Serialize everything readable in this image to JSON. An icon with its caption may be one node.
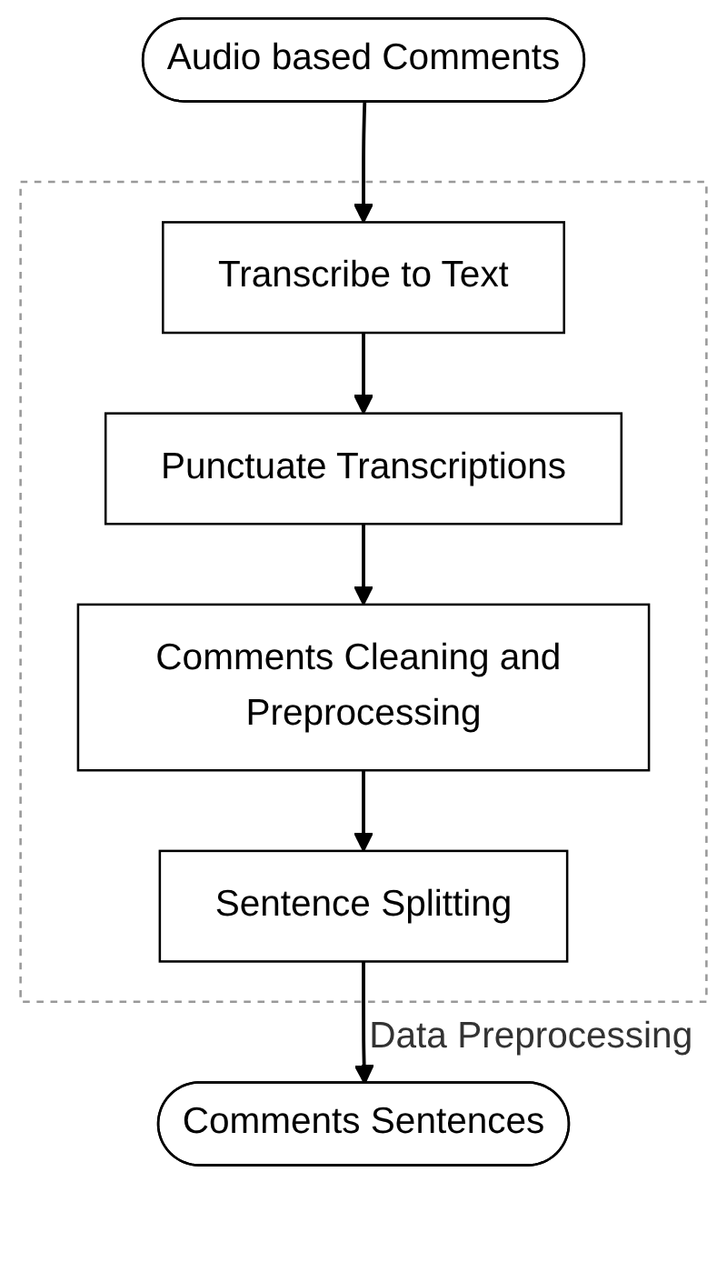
{
  "diagram": {
    "nodes": [
      {
        "text": [
          "Audio based Comments"
        ]
      },
      {
        "text": [
          "Data Preprocessing"
        ]
      },
      {
        "text": [
          "Transcribe to Text"
        ],
        "in": 1
      },
      {
        "text": [
          "Punctuate Transcriptions"
        ],
        "in": 1
      },
      {
        "text": [
          "Comments Cleaning and Preprocessing"
        ],
        "in": 1
      },
      {
        "text": [
          "Sentence Splitting"
        ],
        "in": 1
      },
      {
        "text": [
          "Comments Sentences"
        ]
      }
    ],
    "edges": [
      {
        "from": 0,
        "to": 2,
        "arrow": "to"
      },
      {
        "from": 2,
        "to": 3,
        "arrow": "to"
      },
      {
        "from": 3,
        "to": 4,
        "arrow": "to"
      },
      {
        "from": 4,
        "to": 5,
        "arrow": "to"
      },
      {
        "from": 5,
        "to": 6,
        "arrow": "to"
      }
    ]
  }
}
